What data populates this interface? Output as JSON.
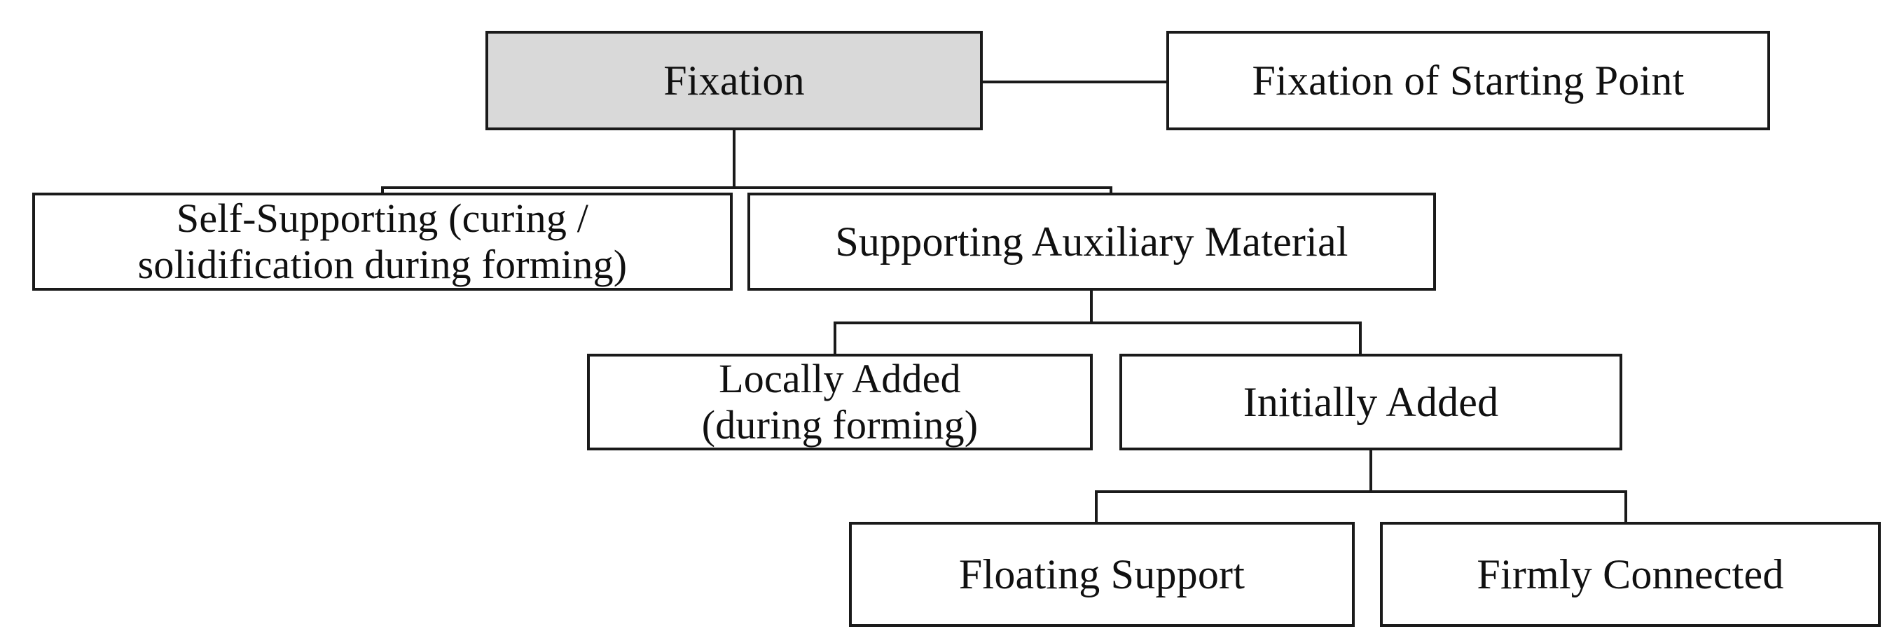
{
  "diagram": {
    "title": "Fixation classification tree",
    "type": "hierarchy-tree",
    "colors": {
      "root_fill": "#d9d9d9",
      "node_fill": "#ffffff",
      "stroke": "#1a1a1a",
      "text": "#101010",
      "background": "#ffffff"
    },
    "nodes": [
      {
        "id": "fixation",
        "label": "Fixation",
        "shaded": true,
        "lines": [
          "Fixation"
        ],
        "level": 0
      },
      {
        "id": "fixation-of-starting-point",
        "label": "Fixation of Starting Point",
        "shaded": false,
        "lines": [
          "Fixation of Starting Point"
        ],
        "level": 0
      },
      {
        "id": "self-supporting",
        "label": "Self-Supporting (curing / solidification during forming)",
        "shaded": false,
        "lines": [
          "Self-Supporting (curing /",
          "solidification during forming)"
        ],
        "level": 1
      },
      {
        "id": "supporting-auxiliary-material",
        "label": "Supporting Auxiliary Material",
        "shaded": false,
        "lines": [
          "Supporting Auxiliary Material"
        ],
        "level": 1
      },
      {
        "id": "locally-added",
        "label": "Locally Added (during forming)",
        "shaded": false,
        "lines": [
          "Locally Added",
          "(during forming)"
        ],
        "level": 2
      },
      {
        "id": "initially-added",
        "label": "Initially Added",
        "shaded": false,
        "lines": [
          "Initially Added"
        ],
        "level": 2
      },
      {
        "id": "floating-support",
        "label": "Floating Support",
        "shaded": false,
        "lines": [
          "Floating Support"
        ],
        "level": 3
      },
      {
        "id": "firmly-connected",
        "label": "Firmly Connected",
        "shaded": false,
        "lines": [
          "Firmly Connected"
        ],
        "level": 3
      }
    ],
    "edges": [
      {
        "from": "fixation",
        "to": "fixation-of-starting-point",
        "style": "horizontal"
      },
      {
        "from": "fixation",
        "to": "self-supporting",
        "style": "elbow"
      },
      {
        "from": "fixation",
        "to": "supporting-auxiliary-material",
        "style": "elbow"
      },
      {
        "from": "supporting-auxiliary-material",
        "to": "locally-added",
        "style": "elbow"
      },
      {
        "from": "supporting-auxiliary-material",
        "to": "initially-added",
        "style": "elbow"
      },
      {
        "from": "initially-added",
        "to": "floating-support",
        "style": "elbow"
      },
      {
        "from": "initially-added",
        "to": "firmly-connected",
        "style": "elbow"
      }
    ]
  }
}
